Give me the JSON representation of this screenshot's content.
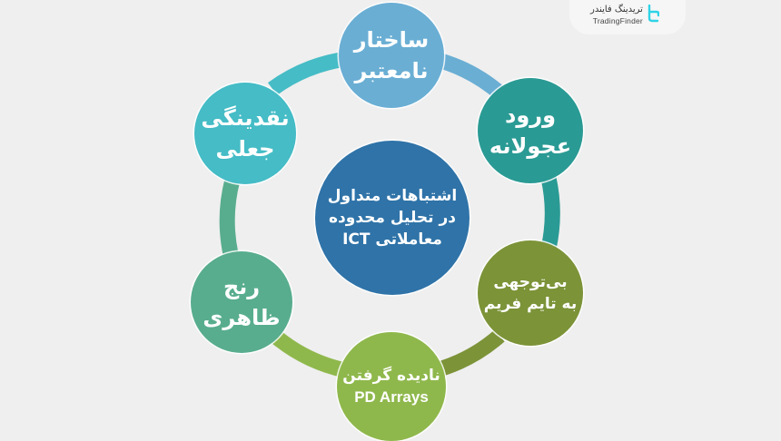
{
  "brand": {
    "name_fa": "تریدینگ فایندر",
    "name_en": "TradingFinder",
    "icon": "tradingfinder-logo-icon",
    "icon_color": "#2fd3e6"
  },
  "diagram": {
    "type": "cycle",
    "background": "#efefef",
    "center": {
      "lines": [
        "اشتباهات متداول",
        "در تحلیل محدوده",
        "معاملاتی ICT"
      ],
      "color": "#2f73a8"
    },
    "nodes": [
      {
        "id": "top",
        "lines": [
          "ساختار",
          "نامعتبر"
        ],
        "color": "#6aaed4"
      },
      {
        "id": "top-right",
        "lines": [
          "ورود",
          "عجولانه"
        ],
        "color": "#2a9a94"
      },
      {
        "id": "bottom-right",
        "lines": [
          "بی‌توجهی",
          "به تایم فریم"
        ],
        "color": "#7c9338"
      },
      {
        "id": "bottom",
        "lines": [
          "نادیده گرفتن",
          "PD Arrays"
        ],
        "color": "#8fb84c"
      },
      {
        "id": "bottom-left",
        "lines": [
          "رنج",
          "ظاهری"
        ],
        "color": "#58ad8e"
      },
      {
        "id": "top-left",
        "lines": [
          "نقدینگی",
          "جعلی"
        ],
        "color": "#45bcc6"
      }
    ],
    "connectors": [
      {
        "from": "top-left",
        "to": "top",
        "color": "#45bcc6"
      },
      {
        "from": "top",
        "to": "top-right",
        "color": "#6aaed4"
      },
      {
        "from": "top-right",
        "to": "bottom-right",
        "color": "#2a9a94"
      },
      {
        "from": "bottom-right",
        "to": "bottom",
        "color": "#7c9338"
      },
      {
        "from": "bottom",
        "to": "bottom-left",
        "color": "#8fb84c"
      },
      {
        "from": "bottom-left",
        "to": "top-left",
        "color": "#58ad8e"
      }
    ]
  }
}
